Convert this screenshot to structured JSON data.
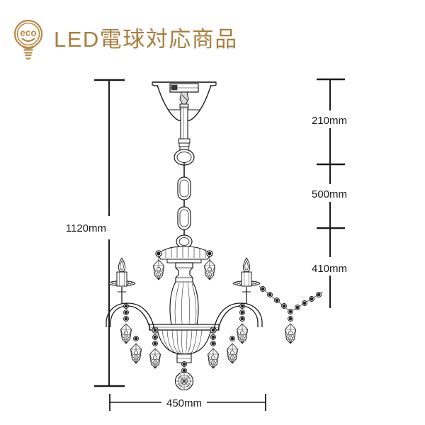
{
  "page": {
    "background_color": "#ffffff",
    "line_color": "#1b1b1b"
  },
  "header": {
    "badge": {
      "icon_name": "eco-lightbulb-icon",
      "text": "eco",
      "color": "#b98a44"
    },
    "title": "LED電球対応商品",
    "title_color": "#a87e3f"
  },
  "product": {
    "icon_name": "crystal-chandelier-illustration",
    "parts": {
      "canopy": "ceiling-canopy",
      "mount": "ceiling-mount-plate",
      "chain": "suspension-chain",
      "body": "center-column",
      "arms": "candle-arms",
      "candles": "candle-lamps",
      "crystals": "crystal-drops",
      "finial": "crystal-ball-finial",
      "swag": "crystal-bead-swag"
    }
  },
  "dimensions": {
    "total_height": {
      "label": "1120mm",
      "name": "overall-height-dimension",
      "orientation": "vertical",
      "side": "left"
    },
    "segments": [
      {
        "label": "210mm",
        "name": "canopy-to-chain-top-dimension"
      },
      {
        "label": "500mm",
        "name": "chain-segment-dimension"
      },
      {
        "label": "410mm",
        "name": "body-segment-dimension"
      }
    ],
    "width": {
      "label": "450mm",
      "name": "overall-width-dimension",
      "orientation": "horizontal",
      "side": "bottom"
    }
  }
}
